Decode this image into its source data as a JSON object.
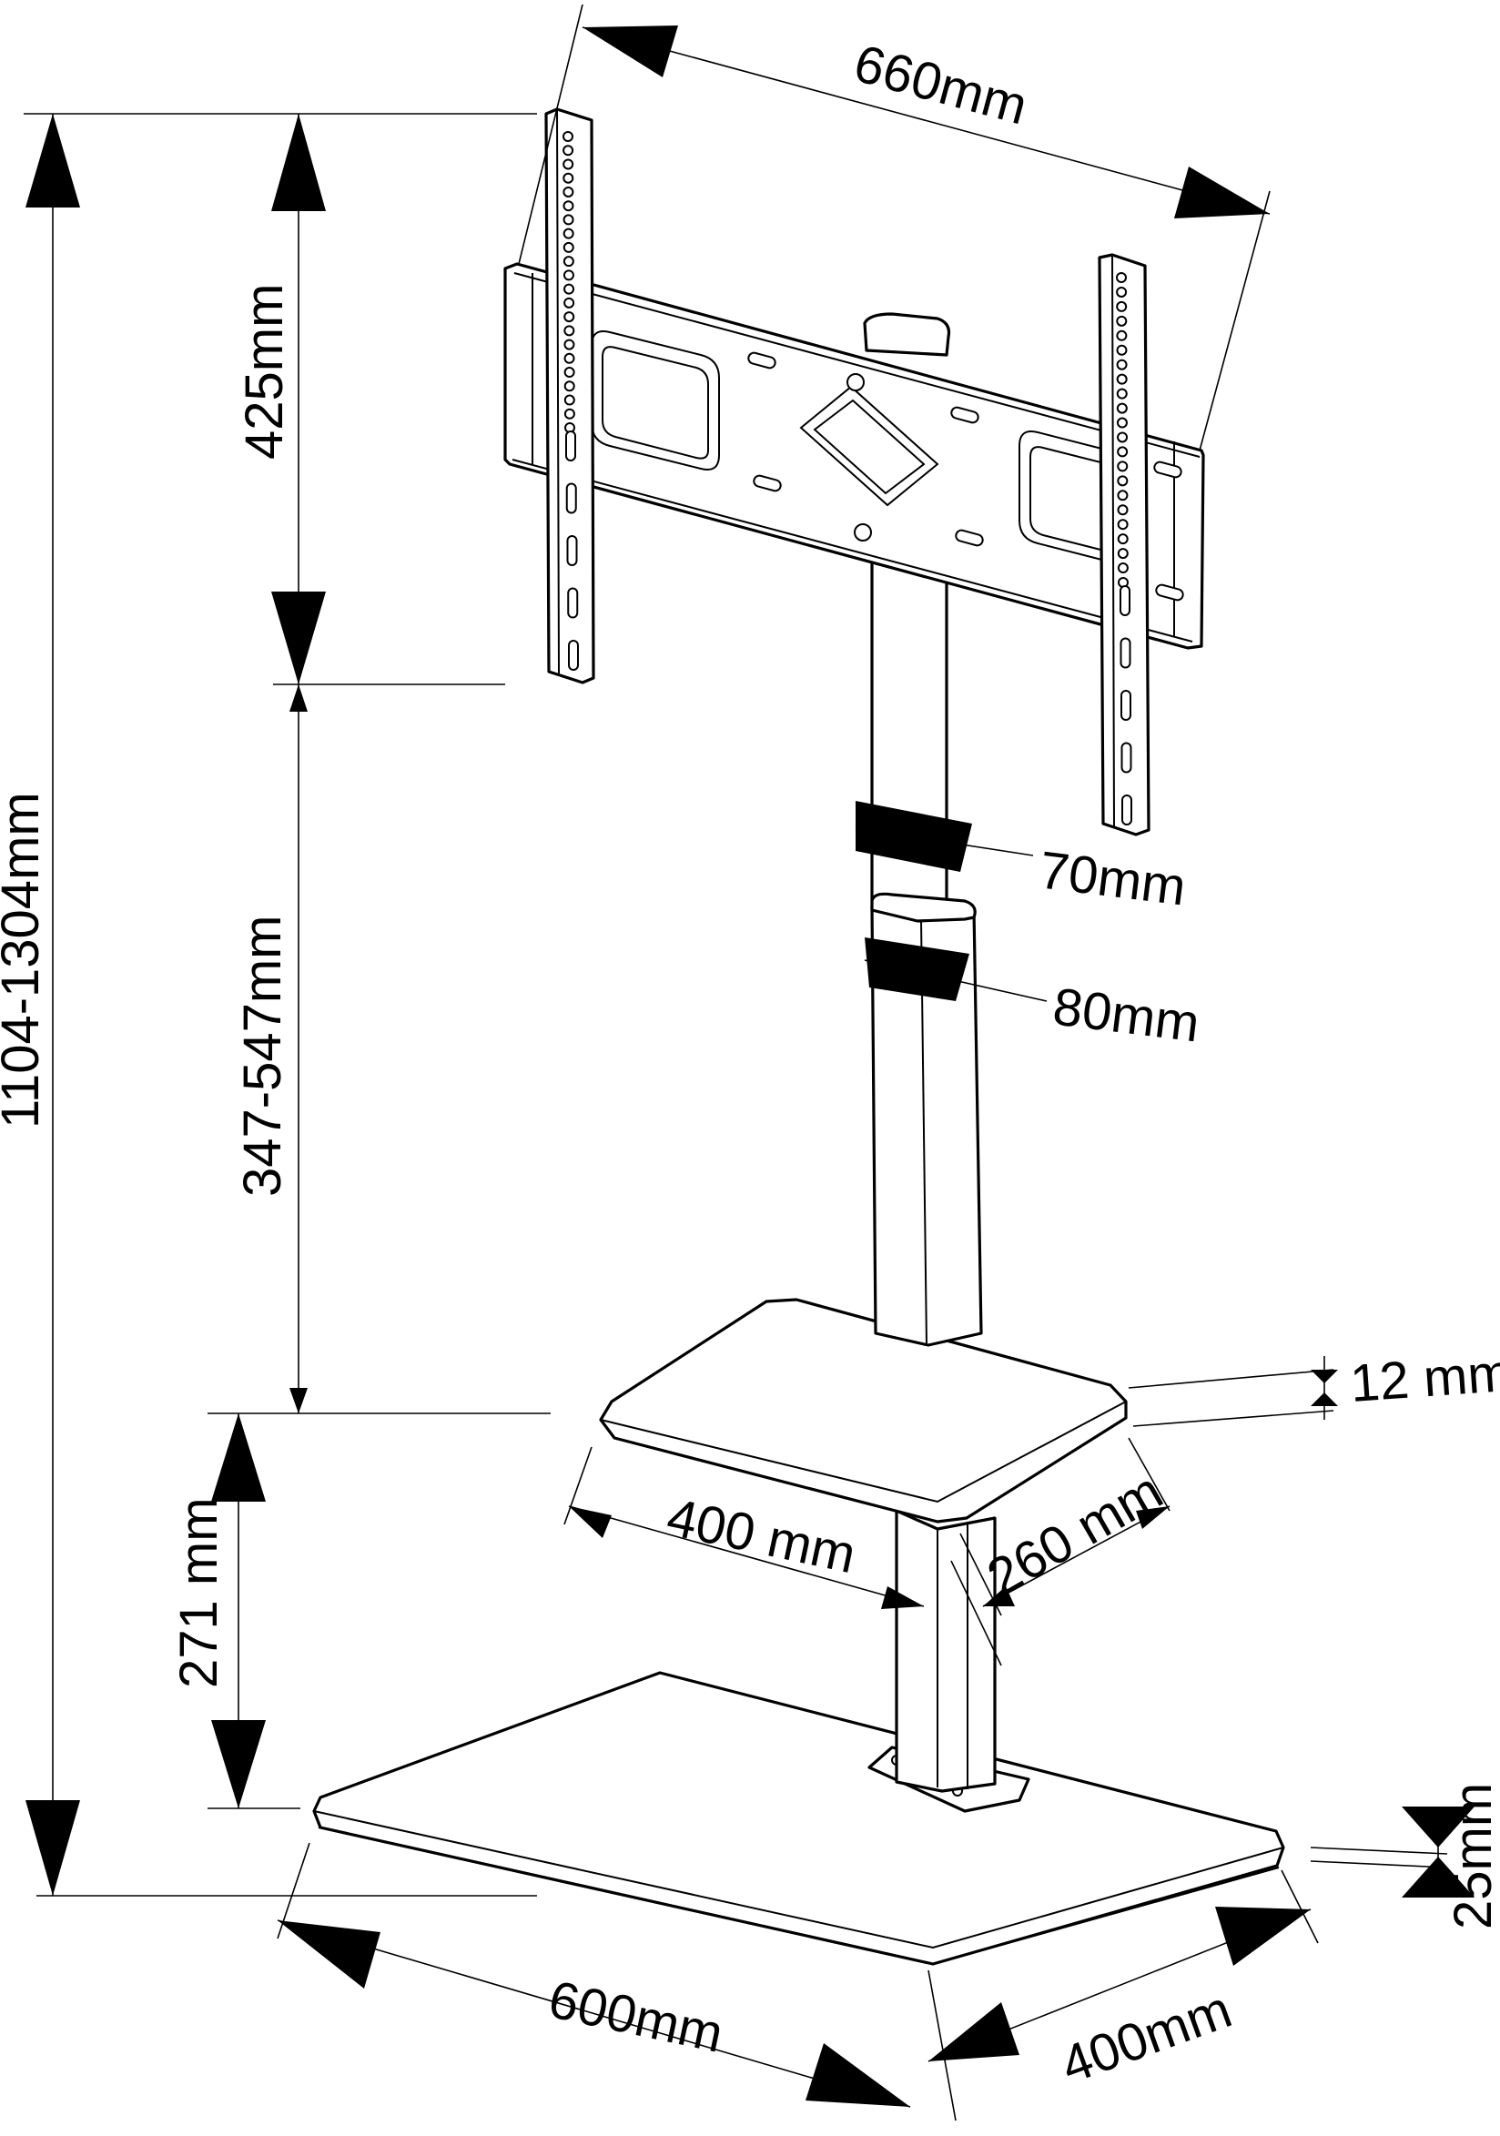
{
  "dimensions": {
    "mount_width": "660mm",
    "bracket_height": "425mm",
    "total_height": "1104-1304mm",
    "column_adjust": "347-547mm",
    "upper_column": "70mm",
    "lower_column": "80mm",
    "shelf_thickness": "12 mm",
    "shelf_width": "400 mm",
    "shelf_depth": "260 mm",
    "shelf_height": "271 mm",
    "base_thickness": "25mm",
    "base_width": "600mm",
    "base_depth": "400mm"
  }
}
